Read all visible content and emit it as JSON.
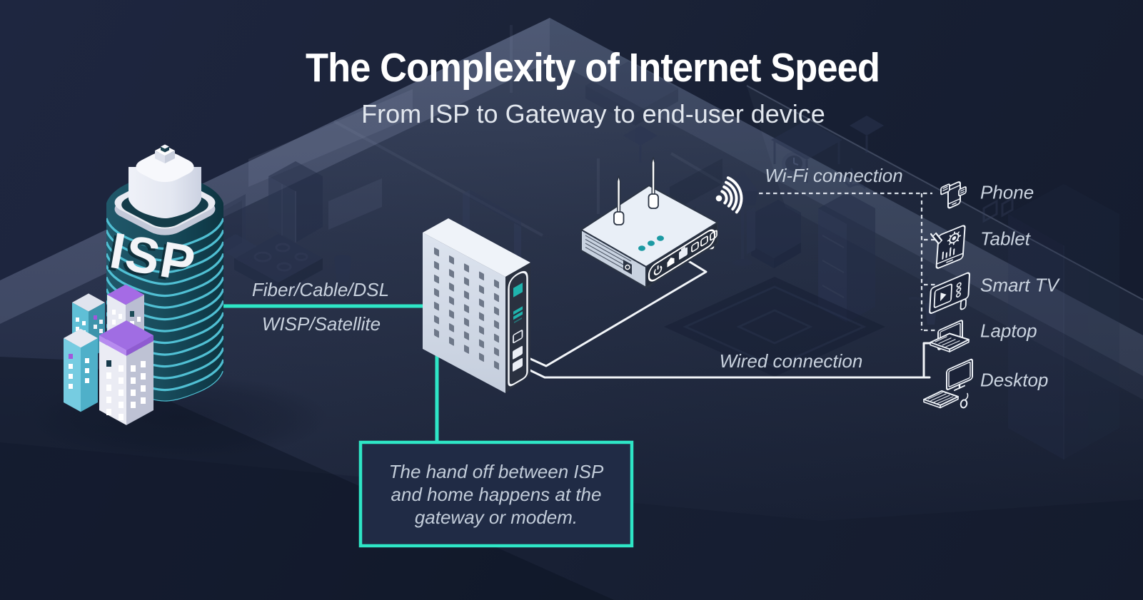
{
  "title": "The Complexity of Internet Speed",
  "subtitle": "From ISP to Gateway to end-user device",
  "isp": {
    "label": "ISP"
  },
  "connections": {
    "fiber": "Fiber/Cable/DSL",
    "wisp": "WISP/Satellite",
    "wifi": "Wi-Fi connection",
    "wired": "Wired connection"
  },
  "devices": [
    {
      "label": "Phone"
    },
    {
      "label": "Tablet"
    },
    {
      "label": "Smart TV"
    },
    {
      "label": "Laptop"
    },
    {
      "label": "Desktop"
    }
  ],
  "callout": {
    "line1": "The hand off between ISP",
    "line2": "and home happens at the",
    "line3": "gateway or modem."
  },
  "colors": {
    "accent_teal": "#2ee6c6",
    "stripe_cyan": "#54c7db",
    "background_navy": "#1b2338",
    "title_white": "#ffffff"
  }
}
